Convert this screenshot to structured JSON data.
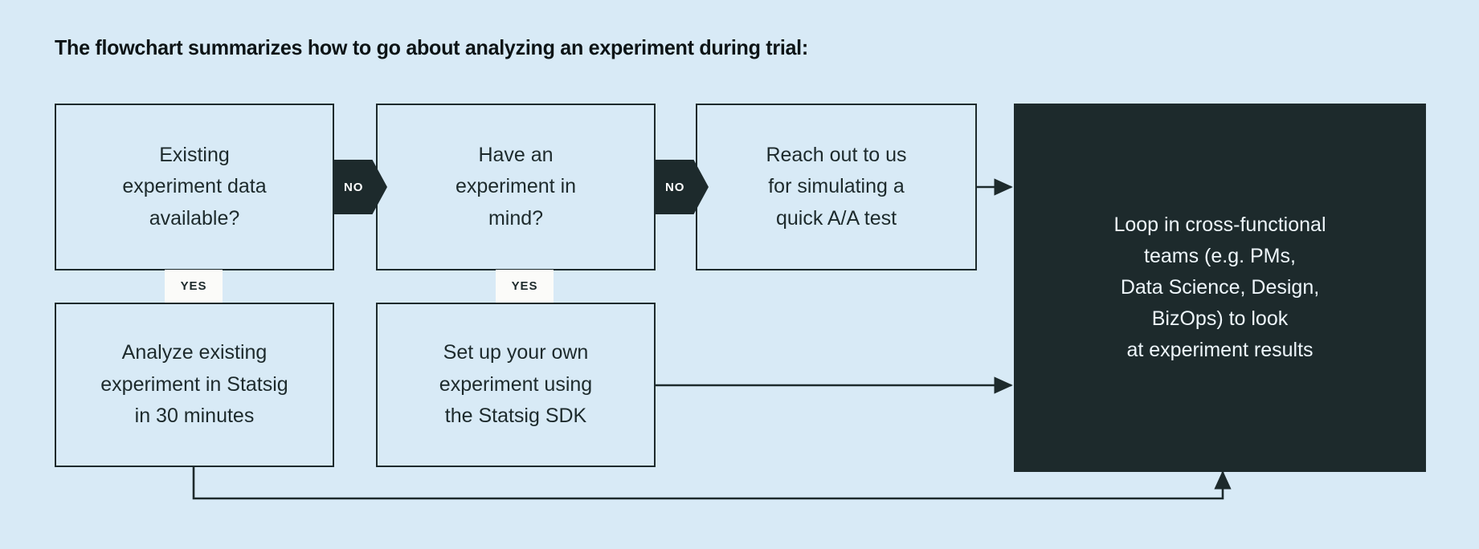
{
  "page": {
    "background_color": "#d8eaf6",
    "ink_color": "#1d2a2c",
    "dark_panel_color": "#1d2a2c",
    "badge_light_color": "#fbfbf9",
    "title": "The flowchart summarizes how to go about analyzing an experiment during trial:"
  },
  "nodes": {
    "existing_data": {
      "label": "Existing\nexperiment data\navailable?",
      "line1": "Existing",
      "line2": "experiment data",
      "line3": "available?"
    },
    "have_experiment": {
      "label": "Have an\nexperiment in\nmind?",
      "line1": "Have an",
      "line2": "experiment in",
      "line3": "mind?"
    },
    "reach_out": {
      "label": "Reach out to us\nfor simulating a\nquick A/A test",
      "line1": "Reach out to us",
      "line2": "for simulating a",
      "line3": "quick A/A test"
    },
    "analyze_existing": {
      "label": "Analyze existing\nexperiment in Statsig\nin 30 minutes",
      "line1": "Analyze existing",
      "line2": "experiment in Statsig",
      "line3": "in 30 minutes"
    },
    "set_up_own": {
      "label": "Set up your own\nexperiment using\nthe Statsig SDK",
      "line1": "Set up your own",
      "line2": "experiment using",
      "line3": "the Statsig SDK"
    },
    "loop_in_teams": {
      "label": "Loop in cross-functional teams (e.g. PMs, Data Science, Design, BizOps) to look at experiment results",
      "line1": "Loop in cross-functional",
      "line2": "teams (e.g. PMs,",
      "line3": "Data Science, Design,",
      "line4": "BizOps) to look",
      "line5": "at experiment results"
    }
  },
  "badges": {
    "no_1": "NO",
    "no_2": "NO",
    "yes_1": "YES",
    "yes_2": "YES"
  },
  "connectors": {
    "reach_out_to_loop": "arrow-right",
    "set_up_own_to_loop": "arrow-right",
    "analyze_existing_to_loop": "arrow-down-right-up"
  }
}
